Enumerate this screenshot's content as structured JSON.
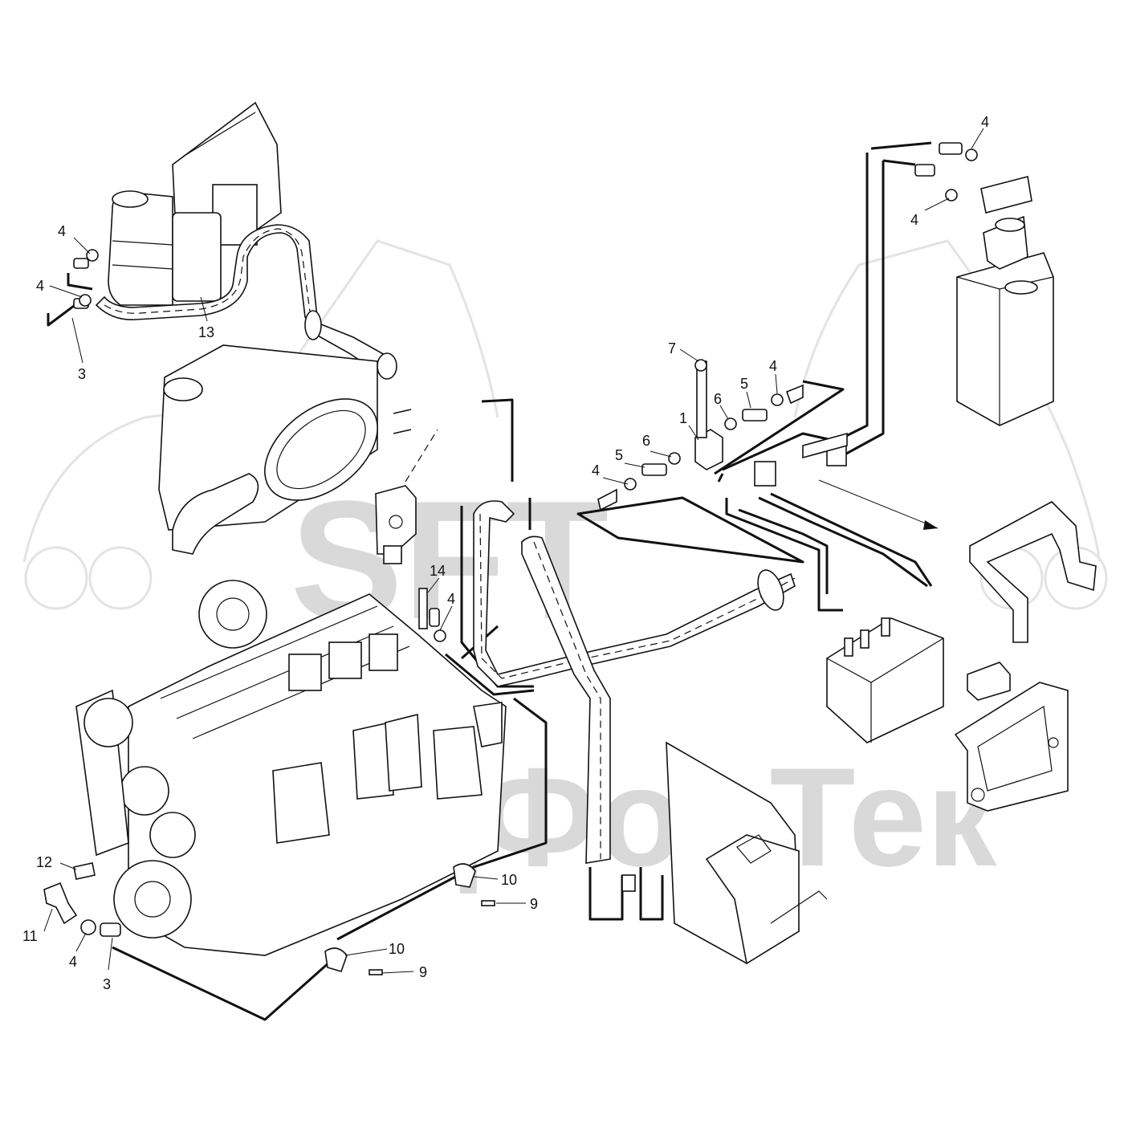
{
  "watermark": {
    "brand": "SFT",
    "company": "СпецФорТек",
    "color": "#d9d9d9"
  },
  "callouts": [
    {
      "id": "c4-top-right-a",
      "label": "4"
    },
    {
      "id": "c4-top-right-b",
      "label": "4"
    },
    {
      "id": "c4-top-left-a",
      "label": "4"
    },
    {
      "id": "c4-top-left-b",
      "label": "4"
    },
    {
      "id": "c3-top-left",
      "label": "3"
    },
    {
      "id": "c13",
      "label": "13"
    },
    {
      "id": "c7",
      "label": "7"
    },
    {
      "id": "c1",
      "label": "1"
    },
    {
      "id": "c6-upper",
      "label": "6"
    },
    {
      "id": "c5-upper",
      "label": "5"
    },
    {
      "id": "c4-valve-upper",
      "label": "4"
    },
    {
      "id": "c6-lower",
      "label": "6"
    },
    {
      "id": "c5-lower",
      "label": "5"
    },
    {
      "id": "c4-valve-lower",
      "label": "4"
    },
    {
      "id": "c14",
      "label": "14"
    },
    {
      "id": "c4-engine-top",
      "label": "4"
    },
    {
      "id": "c12",
      "label": "12"
    },
    {
      "id": "c11",
      "label": "11"
    },
    {
      "id": "c4-bottom-left",
      "label": "4"
    },
    {
      "id": "c3-bottom-left",
      "label": "3"
    },
    {
      "id": "c10-upper",
      "label": "10"
    },
    {
      "id": "c9-upper",
      "label": "9"
    },
    {
      "id": "c10-lower",
      "label": "10"
    },
    {
      "id": "c9-lower",
      "label": "9"
    }
  ]
}
